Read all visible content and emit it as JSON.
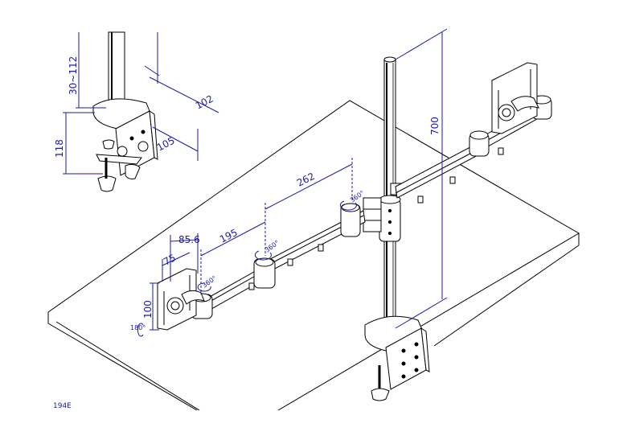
{
  "drawing": {
    "model_code": "194E",
    "colors": {
      "line": "#000000",
      "dimension": "#1a1aa6",
      "background": "#ffffff"
    }
  },
  "dimensions": {
    "pole_height": "700",
    "arm_segment": "262",
    "arm_inner": "195",
    "vesa_outer": "85.6",
    "vesa_75": "75",
    "vesa_100": "100",
    "tilt_angle": "180°",
    "swivel_angle_1": "360°",
    "swivel_angle_2": "360°",
    "swivel_angle_3": "360°",
    "clamp_range": "30~112",
    "clamp_height": "118",
    "clamp_depth": "102",
    "clamp_width": "105"
  }
}
